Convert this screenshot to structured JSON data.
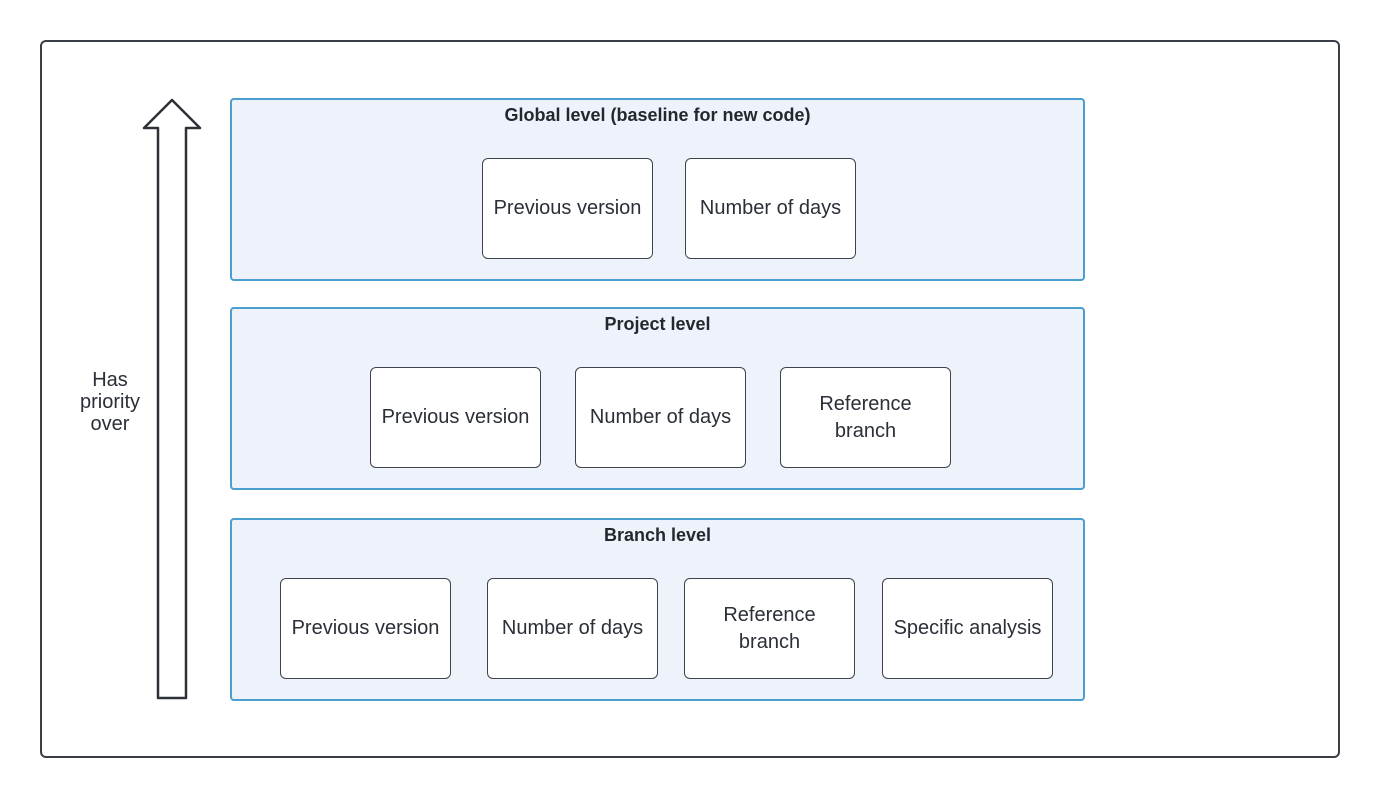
{
  "priority_label": [
    "Has",
    "priority",
    "over"
  ],
  "levels": [
    {
      "title": "Global level (baseline for new code)",
      "options": [
        "Previous version",
        "Number of days"
      ]
    },
    {
      "title": "Project level",
      "options": [
        "Previous version",
        "Number of days",
        "Reference branch"
      ]
    },
    {
      "title": "Branch level",
      "options": [
        "Previous version",
        "Number of days",
        "Reference branch",
        "Specific analysis"
      ]
    }
  ],
  "colors": {
    "level_border": "#4a9fd0",
    "level_fill": "#eef2fa",
    "frame_border": "#3a3f47"
  }
}
